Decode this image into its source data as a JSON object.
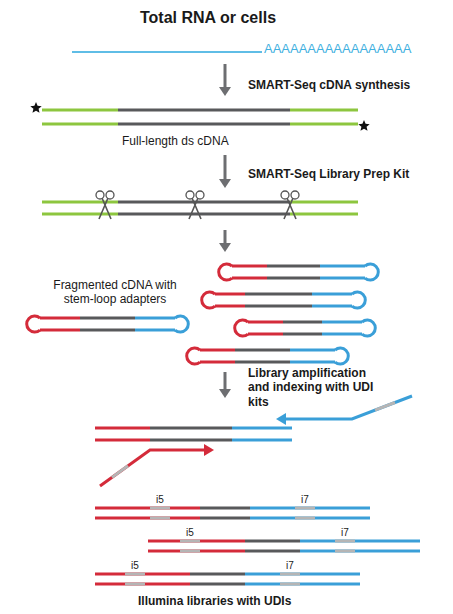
{
  "diagram": {
    "title": "Total RNA or cells",
    "labels": [
      "AAAAAAAAAAAAAAAAA",
      "SMART-Seq cDNA synthesis",
      "Full-length ds cDNA",
      "SMART-Seq Library Prep Kit",
      "Fragmented cDNA with stem-loop adapters",
      "Library amplification and indexing with UDI kits",
      "i5",
      "i7",
      "i5",
      "i7",
      "i5",
      "i7",
      "Illumina libraries with UDIs"
    ]
  }
}
